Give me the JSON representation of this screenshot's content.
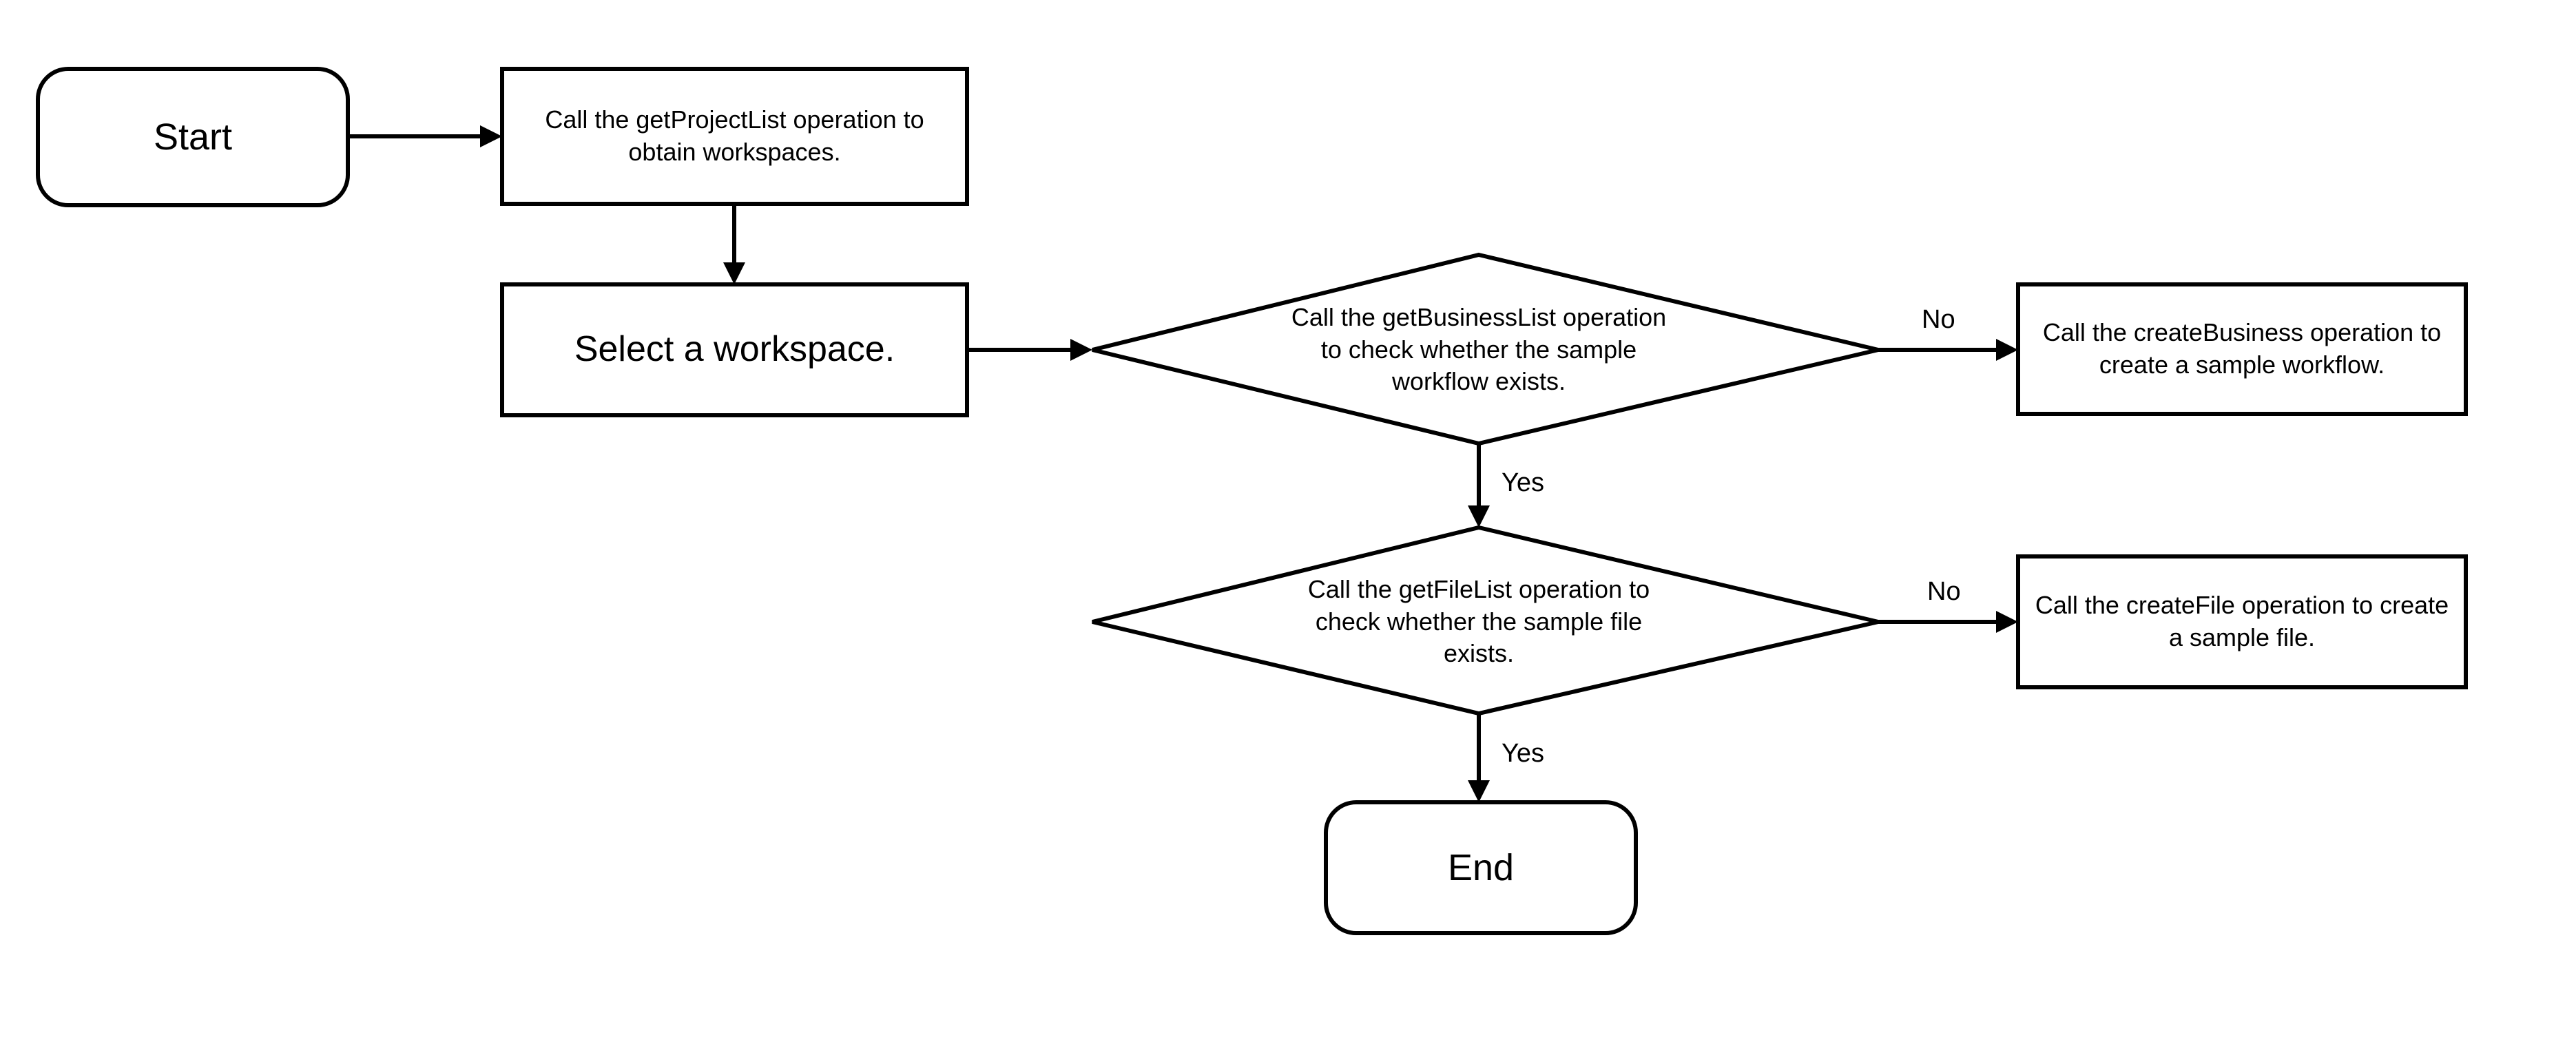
{
  "diagram": {
    "type": "flowchart",
    "title": "",
    "background_color": "#ffffff",
    "stroke_color": "#000000",
    "text_color": "#000000",
    "nodes": {
      "start": {
        "label": "Start",
        "shape": "terminal"
      },
      "get_project_list": {
        "label": "Call the getProjectList operation to obtain workspaces.",
        "shape": "process"
      },
      "select_workspace": {
        "label": "Select a workspace.",
        "shape": "process"
      },
      "check_business": {
        "label": "Call the getBusinessList operation to check whether the sample workflow exists.",
        "shape": "decision"
      },
      "create_business": {
        "label": "Call the createBusiness operation to create a sample workflow.",
        "shape": "process"
      },
      "check_file": {
        "label": "Call the getFileList operation to check whether the sample file exists.",
        "shape": "decision"
      },
      "create_file": {
        "label": "Call the createFile operation to create a sample file.",
        "shape": "process"
      },
      "end": {
        "label": "End",
        "shape": "terminal"
      }
    },
    "edge_labels": {
      "business_no": "No",
      "business_yes": "Yes",
      "file_no": "No",
      "file_yes": "Yes"
    }
  }
}
